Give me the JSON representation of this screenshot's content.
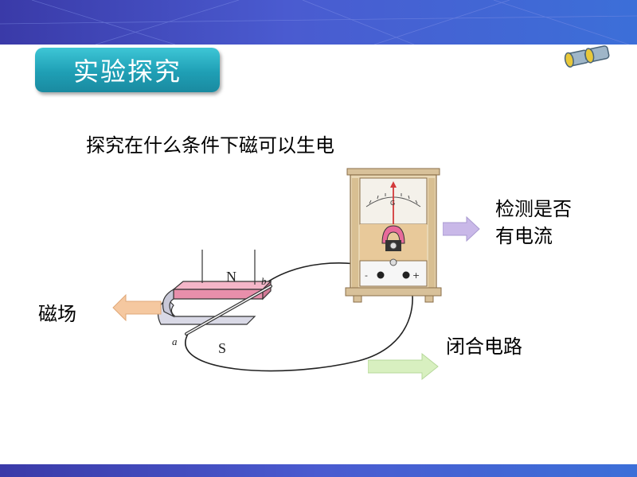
{
  "slide": {
    "badge_title": "实验探究",
    "subtitle": "探究在什么条件下磁可以生电",
    "labels": {
      "detect_line1": "检测是否",
      "detect_line2": "有电流",
      "magnetic_field": "磁场",
      "closed_circuit": "闭合电路"
    },
    "diagram": {
      "pole_n": "N",
      "pole_s": "S",
      "end_a": "a",
      "end_b": "b",
      "meter_letter": "G",
      "terminal_minus": "-",
      "terminal_plus": "+"
    },
    "colors": {
      "header_band": "#4a5bd0",
      "badge": "#1f9fb5",
      "arrow_purple": "#c9b8e8",
      "arrow_orange": "#f5c8a0",
      "arrow_green": "#d8f0c0"
    },
    "icons": [
      "binoculars-icon",
      "right-arrow-icon",
      "left-arrow-icon"
    ]
  }
}
